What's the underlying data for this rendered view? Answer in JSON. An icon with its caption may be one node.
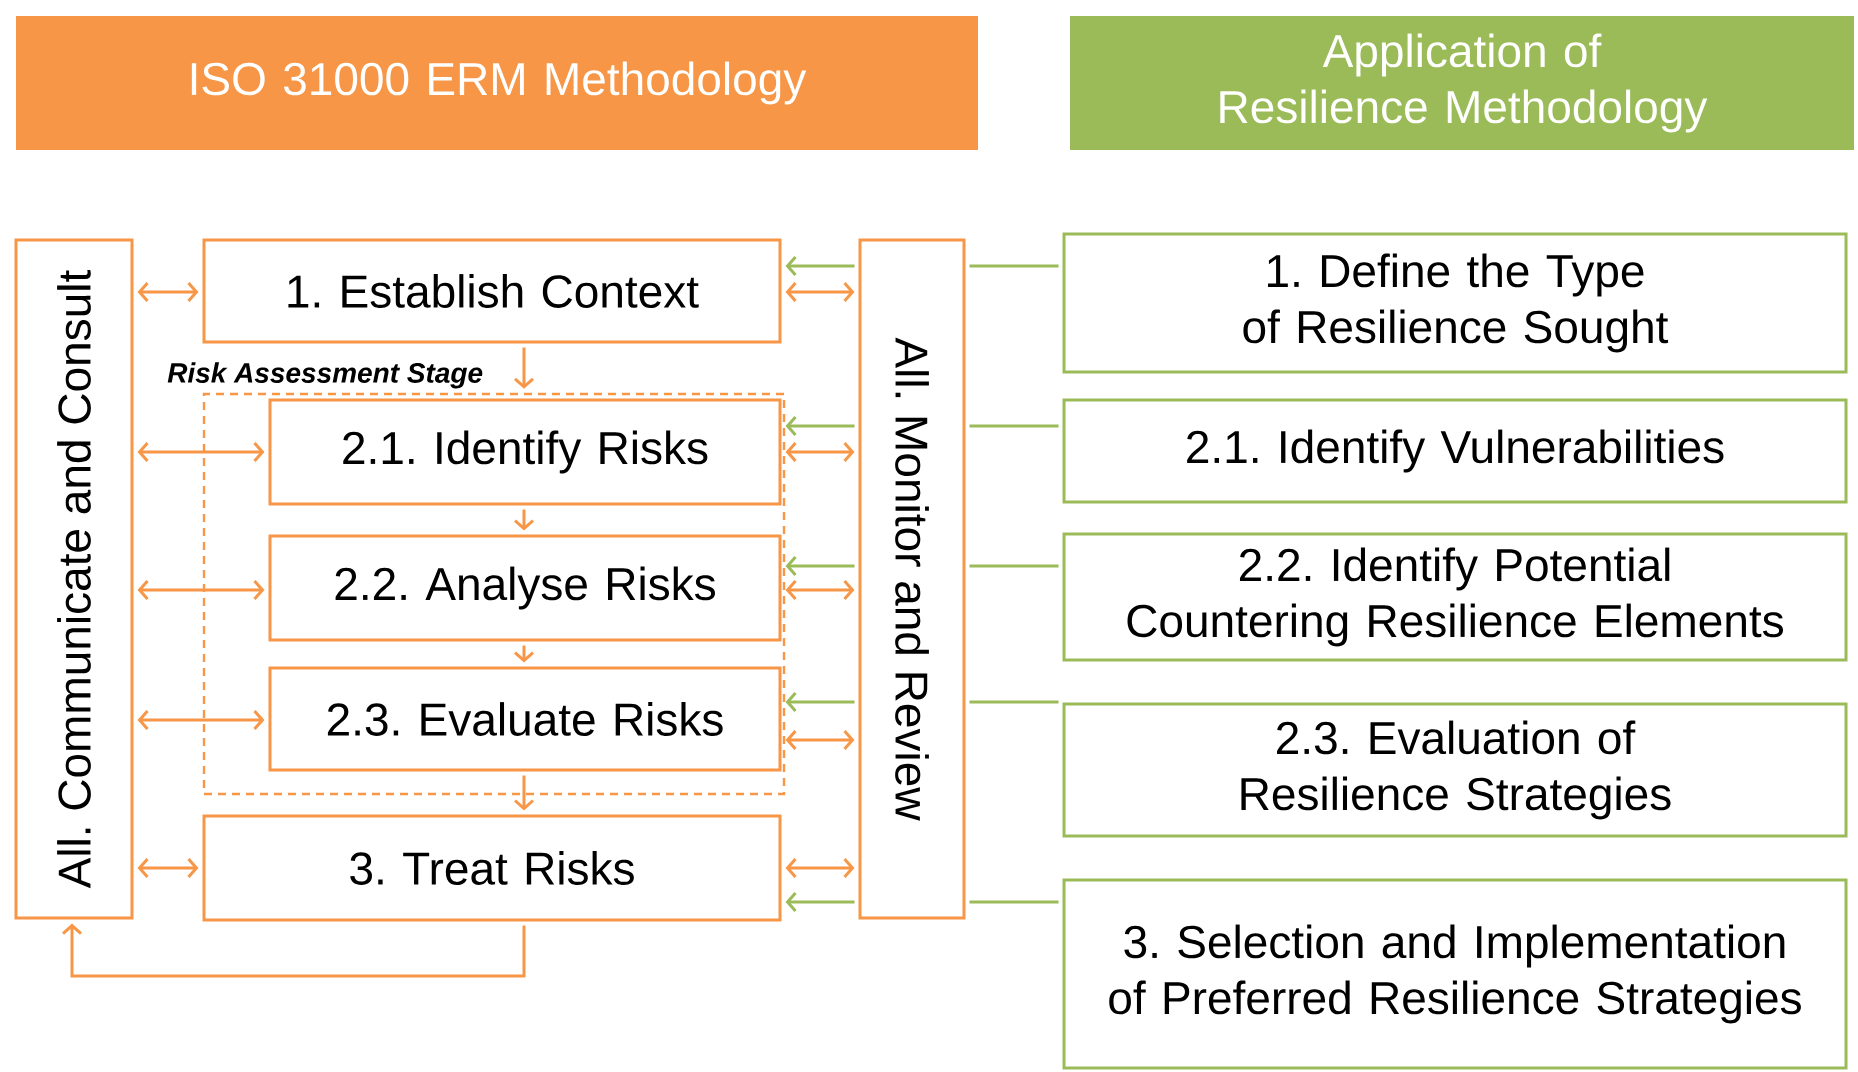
{
  "diagram": {
    "nodes": [
      {
        "text": [
          "ISO 31000 ERM Methodology"
        ]
      },
      {
        "text": [
          "Application of Resilience Methodology"
        ]
      },
      {
        "text": [
          "All. Communicate and Consult"
        ]
      },
      {
        "text": [
          "1. Establish Context"
        ]
      },
      {
        "text": [
          "Risk Assessment Stage"
        ]
      },
      {
        "text": [
          "2.1. Identify Risks"
        ],
        "in": 4
      },
      {
        "text": [
          "2.2. Analyse Risks"
        ],
        "in": 4
      },
      {
        "text": [
          "2.3. Evaluate Risks"
        ],
        "in": 4
      },
      {
        "text": [
          "3. Treat Risks"
        ]
      },
      {
        "text": [
          "All. Monitor and Review"
        ]
      },
      {
        "text": [
          "1. Define the Type of Resilience Sought"
        ]
      },
      {
        "text": [
          "2.1. Identify Vulnerabilities"
        ]
      },
      {
        "text": [
          "2.2. Identify Potential Countering Resilience Elements"
        ]
      },
      {
        "text": [
          "2.3. Evaluation of Resilience Strategies"
        ]
      },
      {
        "text": [
          "3. Selection and Implementation of Preferred Resilience Strategies"
        ]
      }
    ],
    "edges": [
      {
        "from": 2,
        "to": 3,
        "arrow": "both"
      },
      {
        "from": 2,
        "to": 5,
        "arrow": "both"
      },
      {
        "from": 2,
        "to": 6,
        "arrow": "both"
      },
      {
        "from": 2,
        "to": 7,
        "arrow": "both"
      },
      {
        "from": 2,
        "to": 8,
        "arrow": "both"
      },
      {
        "from": 3,
        "to": 9,
        "arrow": "both"
      },
      {
        "from": 5,
        "to": 9,
        "arrow": "both"
      },
      {
        "from": 6,
        "to": 9,
        "arrow": "both"
      },
      {
        "from": 7,
        "to": 9,
        "arrow": "both"
      },
      {
        "from": 8,
        "to": 9,
        "arrow": "both"
      },
      {
        "from": 3,
        "to": 4,
        "arrow": "to"
      },
      {
        "from": 5,
        "to": 6,
        "arrow": "to"
      },
      {
        "from": 6,
        "to": 7,
        "arrow": "to"
      },
      {
        "from": 7,
        "to": 8,
        "arrow": "to"
      },
      {
        "from": 8,
        "to": 2,
        "arrow": "to"
      },
      {
        "from": 10,
        "to": 9,
        "arrow": "none",
        "color": "#9bbb59"
      },
      {
        "from": 11,
        "to": 9,
        "arrow": "none",
        "color": "#9bbb59"
      },
      {
        "from": 12,
        "to": 9,
        "arrow": "none",
        "color": "#9bbb59"
      },
      {
        "from": 13,
        "to": 9,
        "arrow": "none",
        "color": "#9bbb59"
      },
      {
        "from": 14,
        "to": 9,
        "arrow": "none",
        "color": "#9bbb59"
      },
      {
        "from": 9,
        "to": 3,
        "arrow": "to",
        "color": "#9bbb59"
      },
      {
        "from": 9,
        "to": 5,
        "arrow": "to",
        "color": "#9bbb59"
      },
      {
        "from": 9,
        "to": 6,
        "arrow": "to",
        "color": "#9bbb59"
      },
      {
        "from": 9,
        "to": 7,
        "arrow": "to",
        "color": "#9bbb59"
      },
      {
        "from": 9,
        "to": 8,
        "arrow": "to",
        "color": "#9bbb59"
      }
    ]
  }
}
